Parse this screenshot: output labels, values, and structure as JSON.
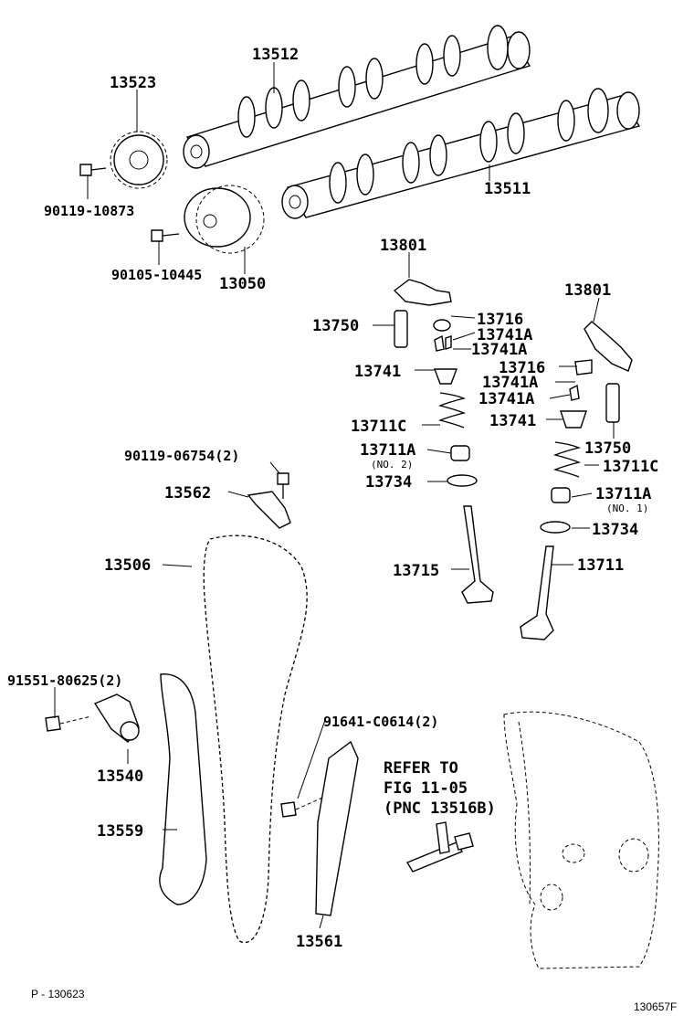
{
  "labels": {
    "camshaft_exhaust": "13512",
    "camshaft_intake": "13511",
    "sprocket": "13523",
    "bolt_sprocket": "90119-10873",
    "vvt_gear": "13050",
    "bolt_vvt": "90105-10445",
    "rocker_left": "13801",
    "rocker_right": "13801",
    "lash_adjuster_left": "13750",
    "lash_adjuster_right": "13750",
    "valve_lifter_left": "13716",
    "keeper_left_1": "13741A",
    "keeper_left_2": "13741A",
    "retainer_left": "13741",
    "spring_left": "13711C",
    "seal_left": "13711A",
    "seal_left_note": "(NO. 2)",
    "washer_left": "13734",
    "valve_exhaust": "13715",
    "valve_lifter_right": "13716",
    "keeper_right_1": "13741A",
    "keeper_right_2": "13741A",
    "retainer_right": "13741",
    "spring_right": "13711C",
    "seal_right": "13711A",
    "seal_right_note": "(NO. 1)",
    "washer_right": "13734",
    "valve_intake": "13711",
    "bolt_damper": "90119-06754(2)",
    "chain_damper": "13562",
    "chain": "13506",
    "bolt_tensioner": "91551-80625(2)",
    "tensioner": "13540",
    "slipper": "13559",
    "bolt_guide": "91641-C0614(2)",
    "chain_guide": "13561"
  },
  "refer": {
    "line1": "REFER TO",
    "line2": "FIG 11-05",
    "line3": "(PNC 13516B)"
  },
  "footer": {
    "page_ref": "P - 130623",
    "figure_id": "130657F"
  }
}
